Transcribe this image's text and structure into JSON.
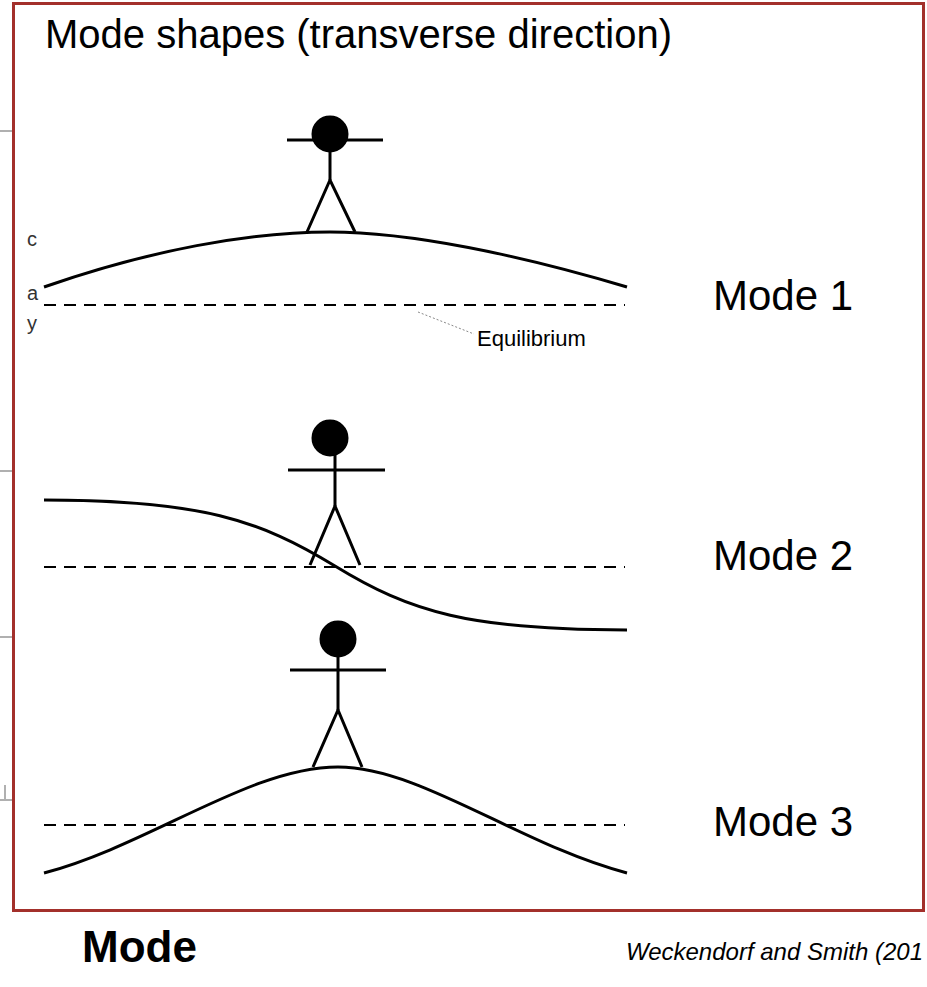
{
  "diagram": {
    "nodes": [
      {
        "text": [
          "Mode shapes (transverse direction)"
        ]
      }
    ],
    "labels": [
      "Mode 1",
      "Equilibrium",
      "Mode 2",
      "Mode 3",
      "Mode",
      "Weckendorf and Smith (201",
      "c",
      "a",
      "y"
    ]
  }
}
